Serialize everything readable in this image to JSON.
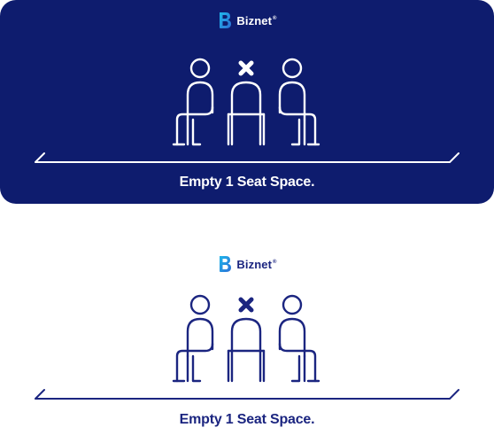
{
  "panels": [
    {
      "theme": "dark",
      "background_color": "#0e1c6e",
      "stroke_color": "#ffffff",
      "logo": {
        "name": "Biznet",
        "trademark": "®",
        "icon": "biznet-b-logo"
      },
      "caption": "Empty 1 Seat Space.",
      "figures": [
        "seated-person-icon",
        "empty-seat-cross-icon",
        "seated-person-icon"
      ]
    },
    {
      "theme": "light",
      "background_color": "#ffffff",
      "stroke_color": "#1b2580",
      "logo": {
        "name": "Biznet",
        "trademark": "®",
        "icon": "biznet-b-logo"
      },
      "caption": "Empty 1 Seat Space.",
      "figures": [
        "seated-person-icon",
        "empty-seat-cross-icon",
        "seated-person-icon"
      ]
    }
  ],
  "logo_gradient": [
    "#1fb6ea",
    "#1b3a9a"
  ]
}
